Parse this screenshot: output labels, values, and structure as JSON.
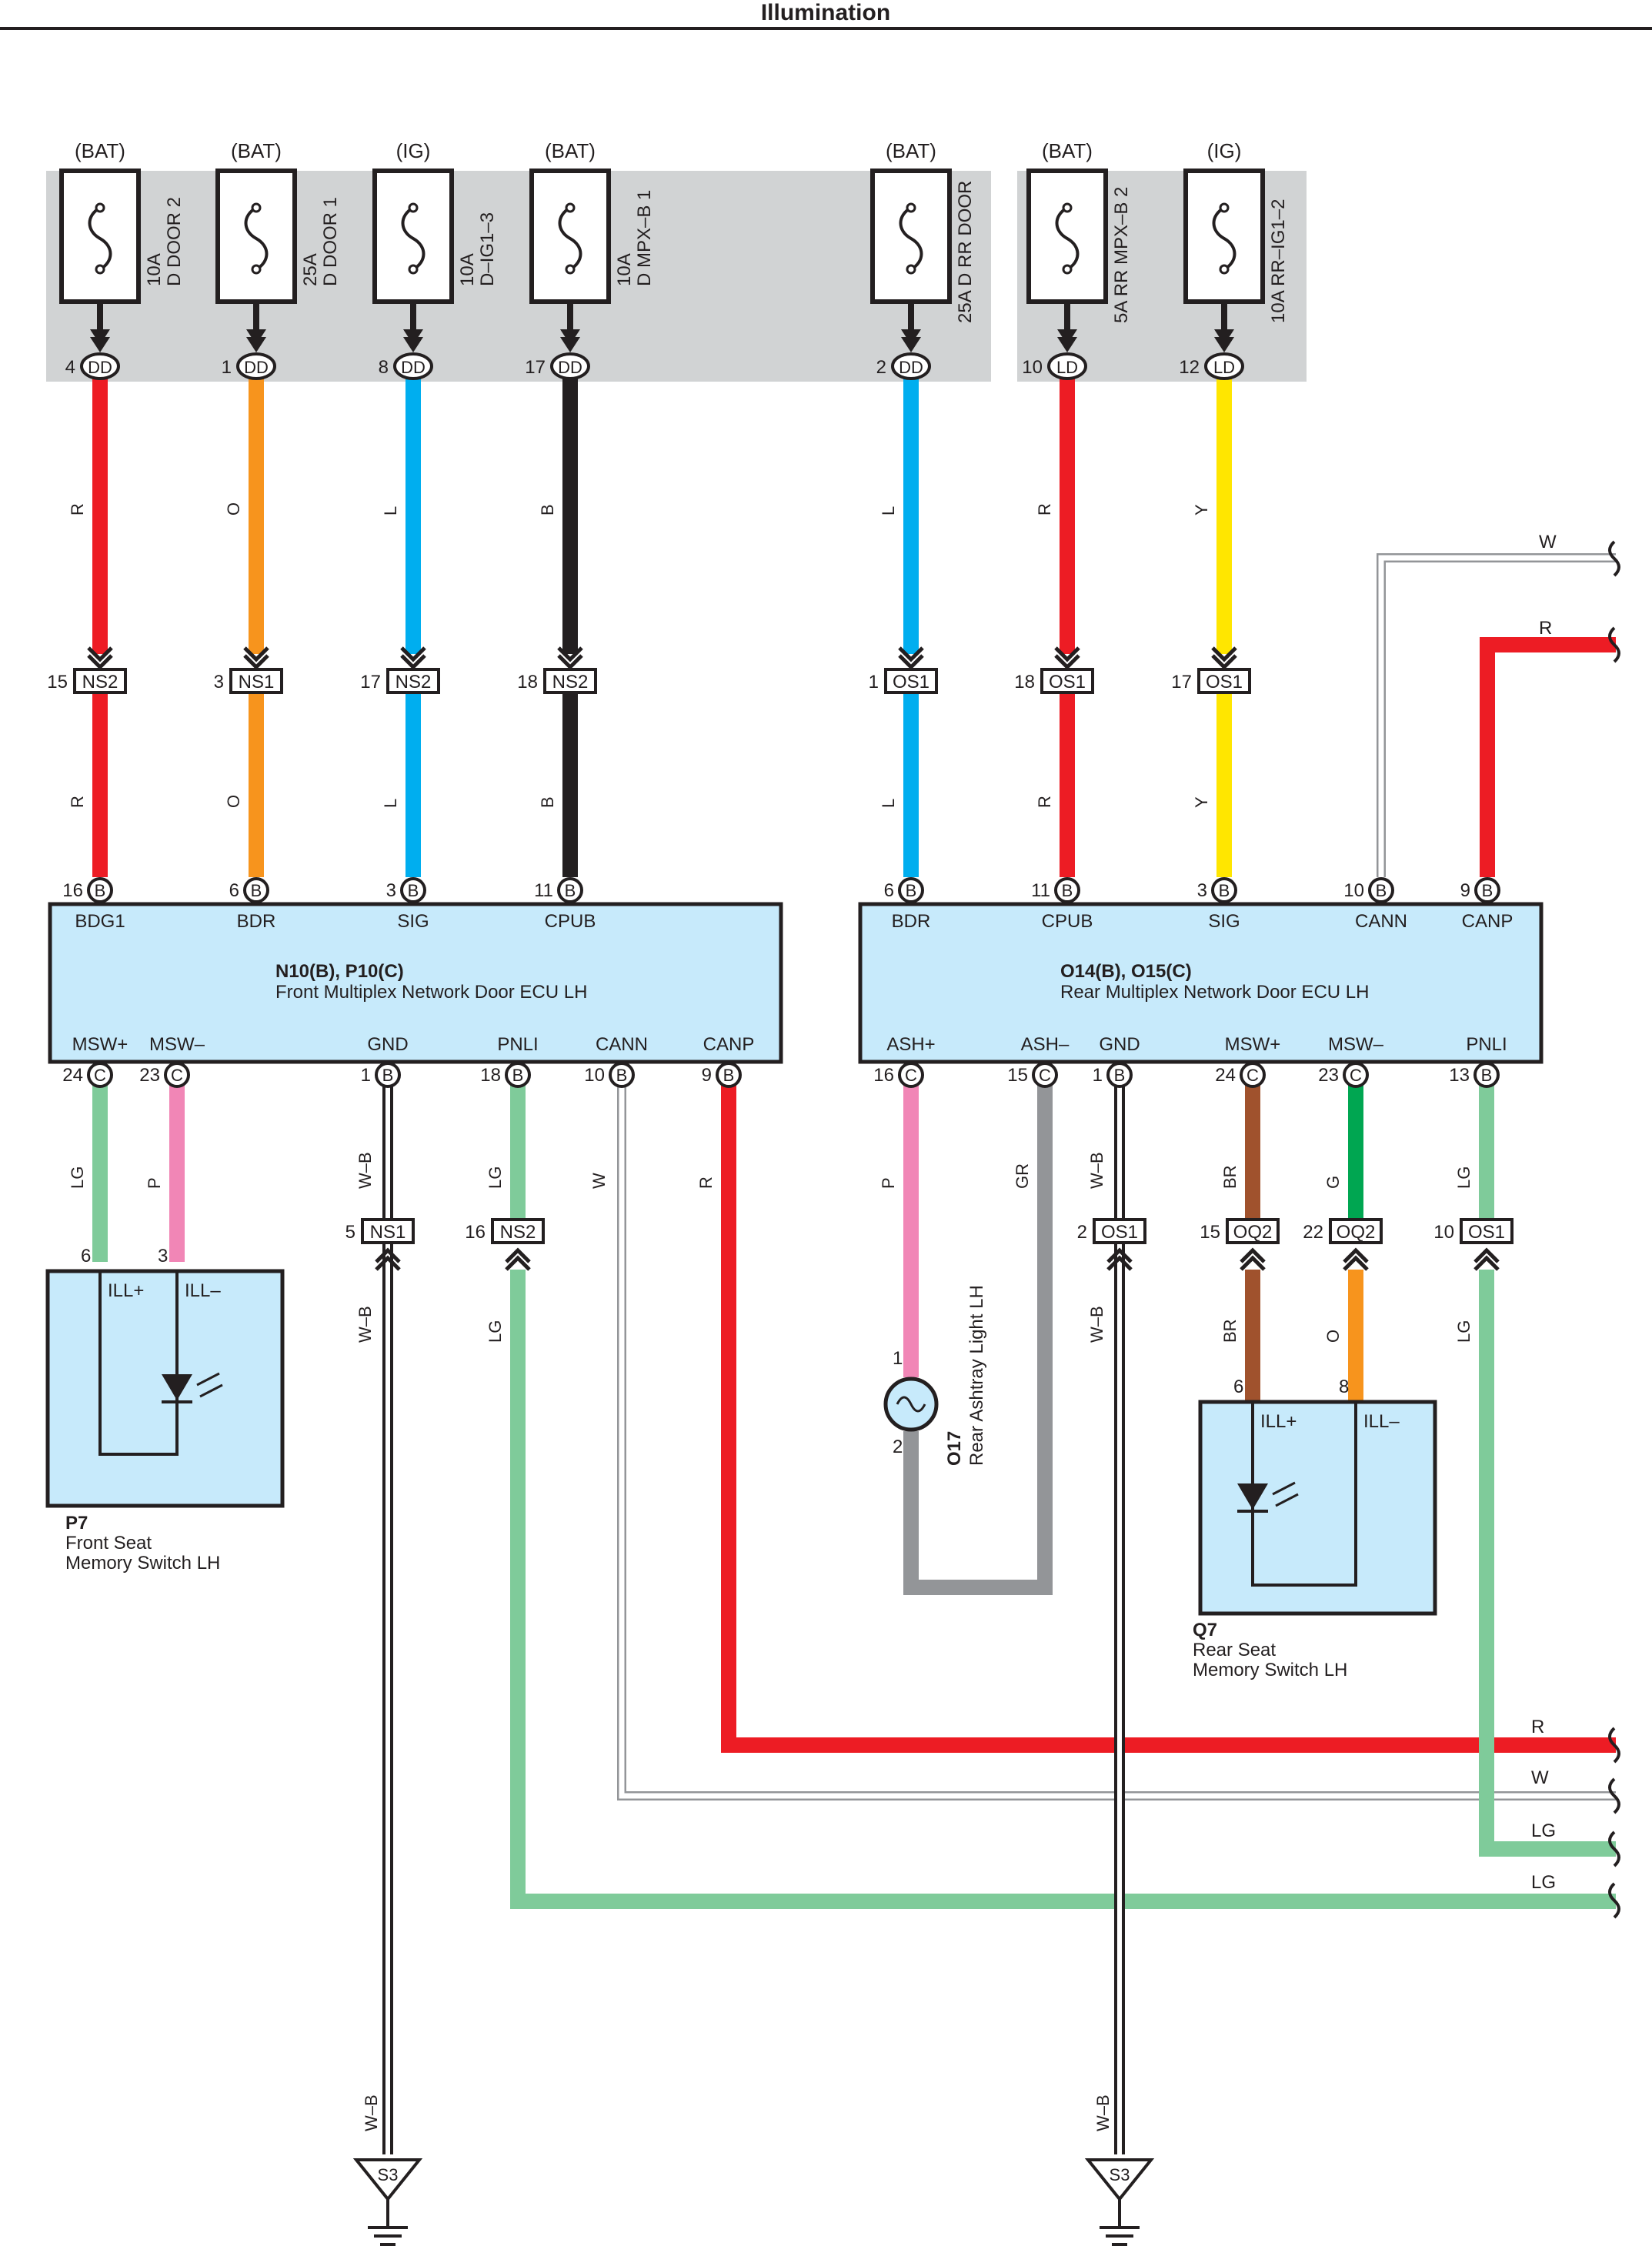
{
  "title": "Illumination",
  "fuses": [
    {
      "source": "(BAT)",
      "label": "10A\nD DOOR 2",
      "pin": "4",
      "conn": "DD"
    },
    {
      "source": "(BAT)",
      "label": "25A\nD DOOR 1",
      "pin": "1",
      "conn": "DD"
    },
    {
      "source": "(IG)",
      "label": "10A\nD–IG1–3",
      "pin": "8",
      "conn": "DD"
    },
    {
      "source": "(BAT)",
      "label": "10A\nD MPX–B 1",
      "pin": "17",
      "conn": "DD"
    },
    {
      "source": "(BAT)",
      "label": "25A D RR DOOR",
      "pin": "2",
      "conn": "DD"
    },
    {
      "source": "(BAT)",
      "label": "5A RR MPX–B 2",
      "pin": "10",
      "conn": "LD"
    },
    {
      "source": "(IG)",
      "label": "10A RR–IG1–2",
      "pin": "12",
      "conn": "LD"
    }
  ],
  "upper_connectors": [
    {
      "pin": "15",
      "name": "NS2"
    },
    {
      "pin": "3",
      "name": "NS1"
    },
    {
      "pin": "17",
      "name": "NS2"
    },
    {
      "pin": "18",
      "name": "NS2"
    },
    {
      "pin": "1",
      "name": "OS1"
    },
    {
      "pin": "18",
      "name": "OS1"
    },
    {
      "pin": "17",
      "name": "OS1"
    }
  ],
  "upper_wire_colors": [
    "R",
    "O",
    "L",
    "B",
    "L",
    "R",
    "Y"
  ],
  "front_ecu": {
    "code": "N10(B), P10(C)",
    "name": "Front Multiplex Network Door ECU LH",
    "top_terminals": [
      {
        "pin": "16",
        "conn": "B",
        "label": "BDG1"
      },
      {
        "pin": "6",
        "conn": "B",
        "label": "BDR"
      },
      {
        "pin": "3",
        "conn": "B",
        "label": "SIG"
      },
      {
        "pin": "11",
        "conn": "B",
        "label": "CPUB"
      }
    ],
    "bottom_terminals": [
      {
        "pin": "24",
        "conn": "C",
        "label": "MSW+"
      },
      {
        "pin": "23",
        "conn": "C",
        "label": "MSW–"
      },
      {
        "pin": "1",
        "conn": "B",
        "label": "GND"
      },
      {
        "pin": "18",
        "conn": "B",
        "label": "PNLI"
      },
      {
        "pin": "10",
        "conn": "B",
        "label": "CANN"
      },
      {
        "pin": "9",
        "conn": "B",
        "label": "CANP"
      }
    ]
  },
  "rear_ecu": {
    "code": "O14(B), O15(C)",
    "name": "Rear Multiplex Network Door ECU LH",
    "top_terminals": [
      {
        "pin": "6",
        "conn": "B",
        "label": "BDR"
      },
      {
        "pin": "11",
        "conn": "B",
        "label": "CPUB"
      },
      {
        "pin": "3",
        "conn": "B",
        "label": "SIG"
      },
      {
        "pin": "10",
        "conn": "B",
        "label": "CANN"
      },
      {
        "pin": "9",
        "conn": "B",
        "label": "CANP"
      }
    ],
    "bottom_terminals": [
      {
        "pin": "16",
        "conn": "C",
        "label": "ASH+"
      },
      {
        "pin": "15",
        "conn": "C",
        "label": "ASH–"
      },
      {
        "pin": "1",
        "conn": "B",
        "label": "GND"
      },
      {
        "pin": "24",
        "conn": "C",
        "label": "MSW+"
      },
      {
        "pin": "23",
        "conn": "C",
        "label": "MSW–"
      },
      {
        "pin": "13",
        "conn": "B",
        "label": "PNLI"
      }
    ]
  },
  "lower_wire_colors_front": [
    "LG",
    "P",
    "W–B",
    "LG",
    "W",
    "R"
  ],
  "lower_wire_colors_rear": [
    "P",
    "GR",
    "W–B",
    "BR",
    "G",
    "LG"
  ],
  "lower_connectors": [
    {
      "pin": "5",
      "name": "NS1"
    },
    {
      "pin": "16",
      "name": "NS2"
    },
    {
      "pin": "2",
      "name": "OS1"
    },
    {
      "pin": "15",
      "name": "OQ2"
    },
    {
      "pin": "22",
      "name": "OQ2"
    },
    {
      "pin": "10",
      "name": "OS1"
    }
  ],
  "below_connector_colors": [
    "W–B",
    "LG",
    "W–B",
    "BR",
    "O",
    "LG"
  ],
  "front_switch": {
    "code": "P7",
    "name1": "Front Seat",
    "name2": "Memory Switch LH",
    "pin_plus": "6",
    "pin_minus": "3",
    "label_plus": "ILL+",
    "label_minus": "ILL–"
  },
  "rear_switch": {
    "code": "Q7",
    "name1": "Rear Seat",
    "name2": "Memory Switch LH",
    "pin_plus": "6",
    "pin_minus": "8",
    "label_plus": "ILL+",
    "label_minus": "ILL–"
  },
  "ashtray": {
    "code": "O17",
    "name": "Rear Ashtray Light LH",
    "pin1": "1",
    "pin2": "2"
  },
  "ground_label": "S3",
  "ground_wire_color": "W–B",
  "right_edge_wires": {
    "top": [
      "W",
      "R"
    ],
    "bottom": [
      "R",
      "W",
      "LG",
      "LG"
    ]
  },
  "colors": {
    "red": "#ed1c24",
    "orange": "#f7941d",
    "blue": "#00aeef",
    "black": "#231f20",
    "yellow": "#ffe600",
    "light_green": "#7fcb9a",
    "pink": "#f186b6",
    "gray": "#939598",
    "brown": "#a0522d",
    "green": "#00a651",
    "ecu_fill": "#c7eafb",
    "fuse_panel": "#d1d3d4"
  }
}
